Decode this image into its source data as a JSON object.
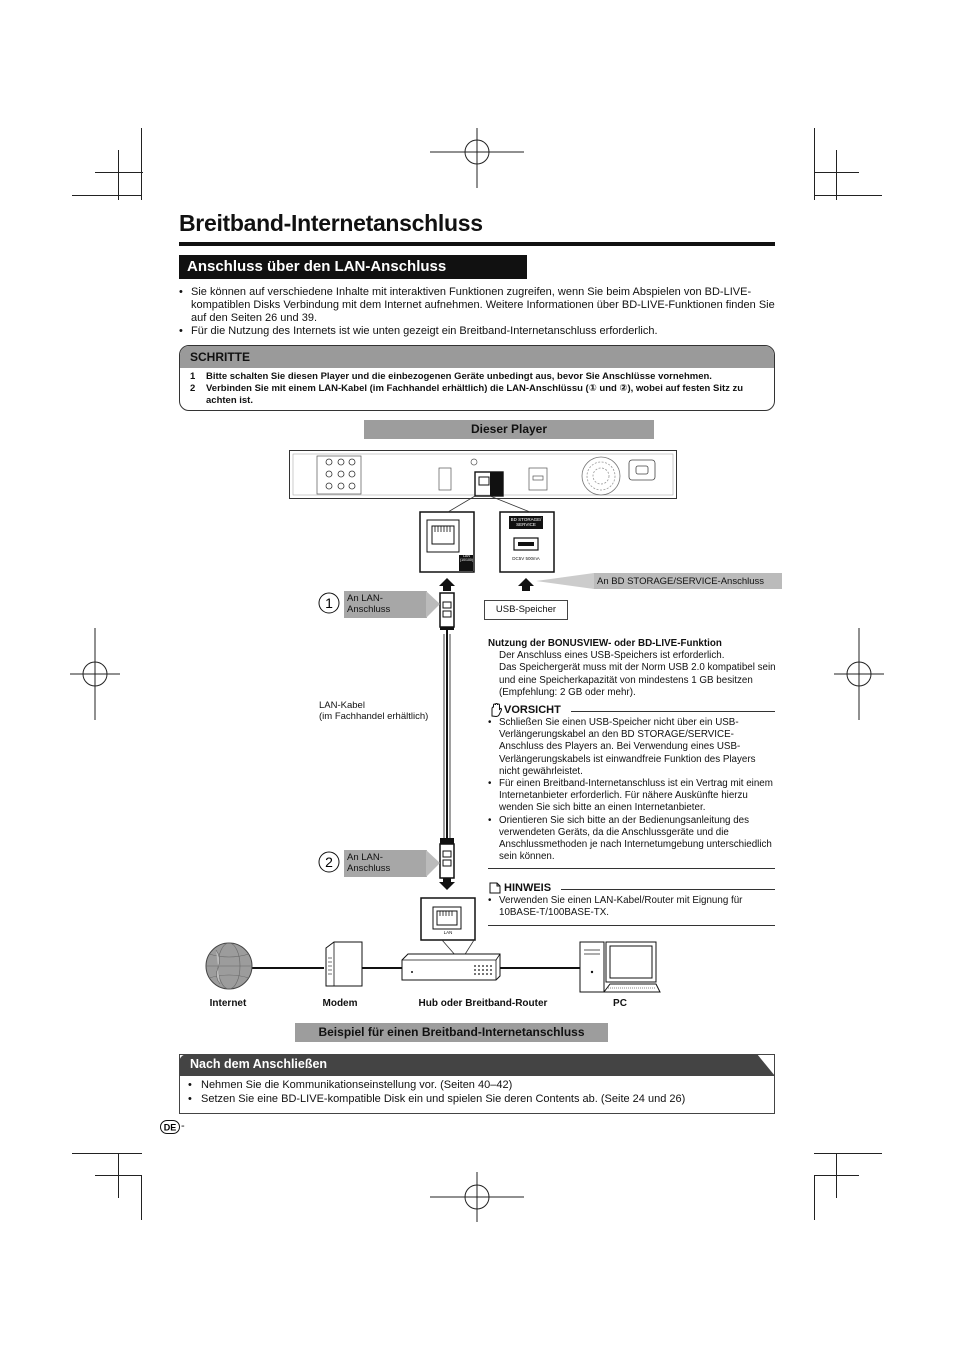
{
  "title": "Breitband-Internetanschluss",
  "subtitle": "Anschluss über den LAN-Anschluss",
  "intro_items": [
    "Sie können auf verschiedene Inhalte mit interaktiven Funktionen zugreifen, wenn Sie beim Abspielen von BD-LIVE-kompatiblen Disks Verbindung mit dem Internet aufnehmen. Weitere Informationen über BD-LIVE-Funktionen finden Sie auf den Seiten 26 und 39.",
    "Für die Nutzung des Internets ist wie unten gezeigt ein Breitband-Internetanschluss erforderlich."
  ],
  "steps": {
    "heading": "SCHRITTE",
    "items": [
      {
        "num": "1",
        "text": "Bitte schalten Sie diesen Player und die einbezogenen Geräte unbedingt aus, bevor Sie Anschlüsse vornehmen."
      },
      {
        "num": "2",
        "text": "Verbinden Sie mit einem LAN-Kabel (im Fachhandel erhältlich) die LAN-Anschlüssu (① und ②), wobei auf festen Sitz zu achten ist."
      }
    ]
  },
  "diagram": {
    "player_label": "Dieser Player",
    "lan_port_label": "LAN\n(10/100)",
    "usb_port_top": "BD STORAGE/\nSERVICE",
    "usb_port_bottom": "DC5V 500mA",
    "bd_storage_label": "An BD STORAGE/SERVICE-Anschluss",
    "usb_memory_label": "USB-Speicher",
    "num1": "1",
    "num2": "2",
    "an_lan_1": "An LAN-\nAnschluss",
    "an_lan_2": "An LAN-\nAnschluss",
    "lan_cable": "LAN-Kabel\n(im Fachhandel erhältlich)",
    "hub_lan": "LAN",
    "internet": "Internet",
    "modem": "Modem",
    "hub": "Hub oder Breitband-Router",
    "pc": "PC",
    "example_caption": "Beispiel für einen Breitband-Internetanschluss"
  },
  "bonus": {
    "heading": "Nutzung der BONUSVIEW- oder BD-LIVE-Funktion",
    "lines": [
      "Der Anschluss eines USB-Speichers ist erforderlich.",
      "Das Speichergerät muss mit der Norm USB 2.0 kompatibel sein und eine Speicherkapazität von mindestens 1 GB besitzen (Empfehlung: 2 GB oder mehr)."
    ]
  },
  "vorsicht": {
    "heading": "VORSICHT",
    "items": [
      "Schließen Sie einen USB-Speicher nicht über ein USB-Verlängerungskabel an den BD STORAGE/SERVICE-Anschluss des Players an. Bei Verwendung eines USB-Verlängerungskabels ist einwandfreie Funktion des Players nicht gewährleistet.",
      "Für einen Breitband-Internetanschluss ist ein Vertrag mit einem Internetanbieter erforderlich. Für nähere Auskünfte hierzu wenden Sie sich bitte an einen Internetanbieter.",
      "Orientieren Sie sich bitte an der Bedienungsanleitung des verwendeten Geräts, da die Anschlussgeräte und die Anschlussmethoden je nach Internetumgebung unterschiedlich sein können."
    ]
  },
  "hinweis": {
    "heading": "HINWEIS",
    "items": [
      "Verwenden Sie einen LAN-Kabel/Router mit Eignung für 10BASE-T/100BASE-TX."
    ]
  },
  "after": {
    "heading": "Nach dem Anschließen",
    "items": [
      "Nehmen Sie die Kommunikationseinstellung vor. (Seiten 40–42)",
      "Setzen Sie eine BD-LIVE-kompatible Disk ein und spielen Sie deren Contents ab. (Seite 24 und 26)"
    ]
  },
  "footer": {
    "lang_badge": "DE",
    "page_suffix": "-"
  }
}
